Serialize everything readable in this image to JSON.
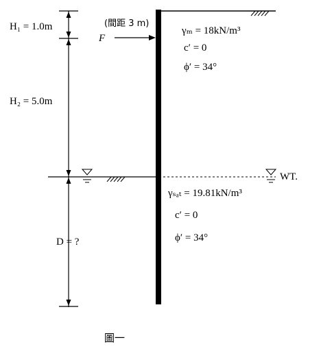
{
  "figure": {
    "caption": "圖一",
    "dimensions": {
      "h1": "H₁ = 1.0m",
      "h2": "H₂ = 5.0m",
      "d": "D = ?"
    },
    "force": {
      "label": "F",
      "spacing_note": "(間距 3 m)"
    },
    "upper_soil": {
      "unit_weight": "γₘ = 18kN/m³",
      "cohesion": "c′ = 0",
      "friction_angle": "ϕ′ = 34°"
    },
    "lower_soil": {
      "unit_weight": "γₛₐₜ = 19.81kN/m³",
      "cohesion": "c′ = 0",
      "friction_angle": "ϕ′ = 34°"
    },
    "water_table_label": "WT."
  }
}
